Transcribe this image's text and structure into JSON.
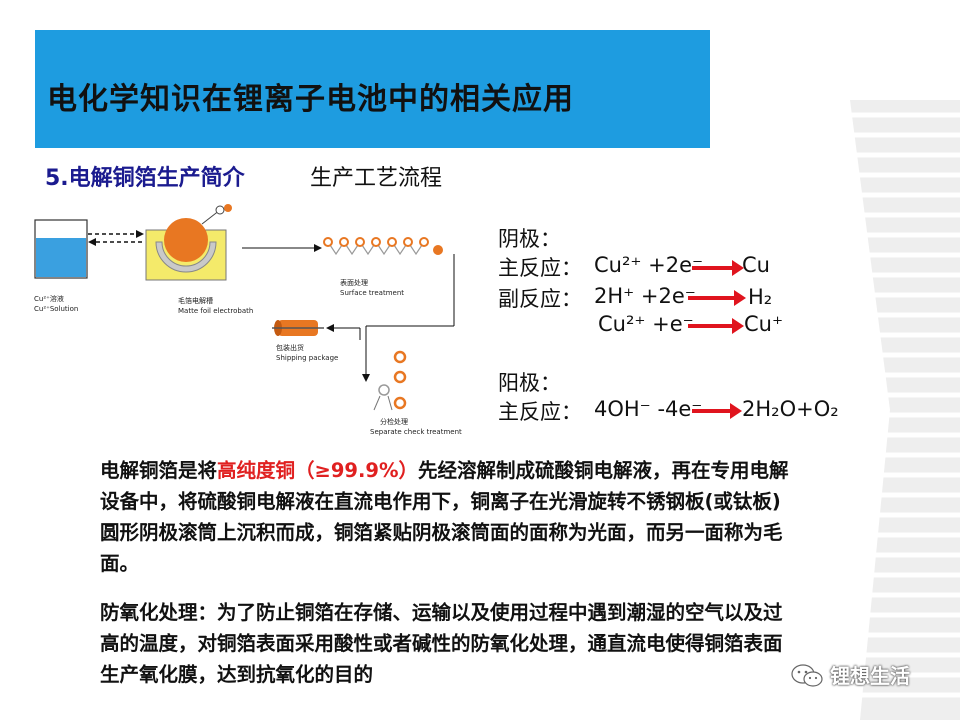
{
  "header": {
    "title": "电化学知识在锂离子电池中的相关应用"
  },
  "section": {
    "number": "5.",
    "title": "电解铜箔生产简介",
    "flow_title": "生产工艺流程"
  },
  "diagram": {
    "solution_cn": "Cu²⁺溶液",
    "solution_en": "Cu²⁺Solution",
    "electrobath_cn": "毛箔电解槽",
    "electrobath_en": "Matte foil electrobath",
    "surface_cn": "表面处理",
    "surface_en": "Surface treatment",
    "shipping_cn": "包装出货",
    "shipping_en": "Shipping package",
    "check_cn": "分检处理",
    "check_en": "Separate check treatment"
  },
  "cathode": {
    "label": "阴极：",
    "main_label": "主反应：",
    "main_left": "Cu²⁺ +2e⁻",
    "main_right": "Cu",
    "side_label": "副反应：",
    "side_left": "2H⁺ +2e⁻",
    "side_right": "H₂",
    "third_left": "Cu²⁺ +e⁻",
    "third_right": "Cu⁺"
  },
  "anode": {
    "label": "阳极：",
    "main_label": "主反应：",
    "main_left": "4OH⁻ -4e⁻",
    "main_right": "2H₂O+O₂"
  },
  "paragraph1": {
    "pre": "电解铜箔是将",
    "highlight": "高纯度铜（≥99.9%）",
    "post": "先经溶解制成硫酸铜电解液，再在专用电解设备中，将硫酸铜电解液在直流电作用下，铜离子在光滑旋转不锈钢板(或钛板)圆形阴极滚筒上沉积而成，铜箔紧贴阴极滚筒面的面称为光面，而另一面称为毛面。"
  },
  "paragraph2": {
    "text": "防氧化处理：为了防止铜箔在存储、运输以及使用过程中遇到潮湿的空气以及过高的温度，对铜箔表面采用酸性或者碱性的防氧化处理，通直流电使得铜箔表面生产氧化膜，达到抗氧化的目的"
  },
  "watermark": {
    "text": "锂想生活",
    "icon": "wechat-icon"
  },
  "colors": {
    "banner": "#1e9ce0",
    "section": "#1b1b8f",
    "highlight": "#e02020",
    "arrow": "#e0141e"
  }
}
